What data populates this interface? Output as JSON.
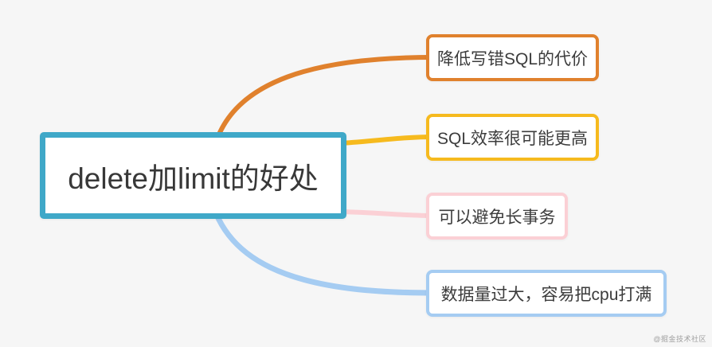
{
  "canvas": {
    "background": "#f6f6f6"
  },
  "root": {
    "label": "delete加limit的好处",
    "border_color": "#3fa8c8",
    "fill": "#ffffff",
    "text_color": "#383838"
  },
  "branches": [
    {
      "label": "降低写错SQL的代价",
      "color": "#e0812d"
    },
    {
      "label": "SQL效率很可能更高",
      "color": "#f6ba1e"
    },
    {
      "label": "可以避免长事务",
      "color": "#fbd0d5"
    },
    {
      "label": "数据量过大，容易把cpu打满",
      "color": "#a5ccf2"
    }
  ],
  "watermark": {
    "text": "@掘金技术社区",
    "color": "#9e9e9e"
  }
}
